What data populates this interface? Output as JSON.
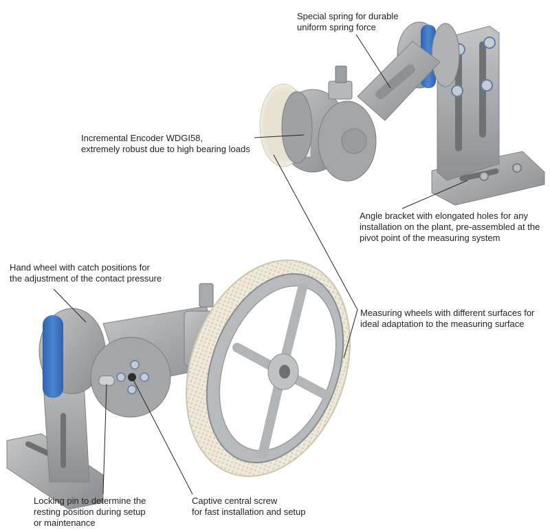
{
  "labels": {
    "spring": [
      "Special spring for durable",
      "uniform spring force"
    ],
    "encoder": [
      "Incremental Encoder WDGI58,",
      "extremely robust due to high bearing loads"
    ],
    "bracket": [
      "Angle bracket with elongated holes for any",
      "installation on the plant, pre-assembled at the",
      "pivot point of the measuring system"
    ],
    "hand_wheel": [
      "Hand wheel with catch positions for",
      "the adjustment of the contact pressure"
    ],
    "measuring_wheels": [
      "Measuring wheels with different surfaces for",
      "ideal adaptation to the measuring surface"
    ],
    "locking_pin": [
      "Locking pin to determine the",
      "resting position during setup",
      "or maintenance"
    ],
    "central_screw": [
      "Captive central screw",
      "for fast installation and setup"
    ]
  },
  "colors": {
    "metal": "#a7a9ab",
    "metal_dark": "#7d8083",
    "metal_light": "#c9cbcd",
    "blue_ring": "#3f77c4",
    "wheel_tread": "#efeadb",
    "leader_line": "#222222"
  }
}
